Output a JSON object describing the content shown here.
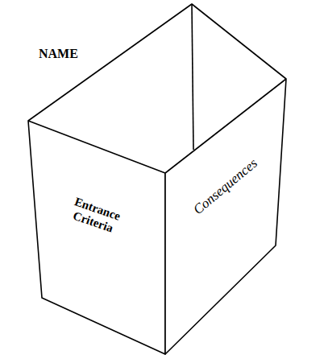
{
  "diagram": {
    "nodes": [
      {
        "text": [
          "Entrance Criteria"
        ]
      },
      {
        "text": [
          "Consequences"
        ]
      }
    ],
    "labels": [
      "NAME"
    ]
  }
}
